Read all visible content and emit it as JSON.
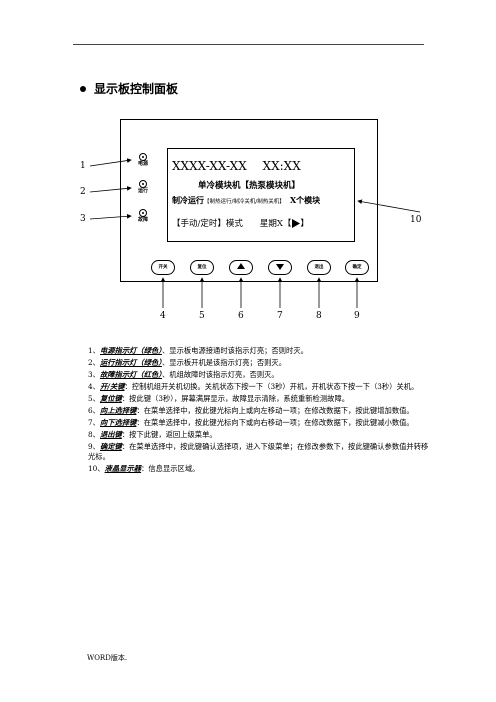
{
  "section_title": "显示板控制面板",
  "screen": {
    "line1": "XXXX-XX-XX　 XX:XX",
    "line2": "单冷模块机【热泵模块机】",
    "line3_main": "制冷运行",
    "line3_small": "【制热运行/制冷关机/制热关机】",
    "line3_tail": "　X个模块",
    "line4": "【手动/定时】模式　　星期X【",
    "line4_end": "】"
  },
  "indicators": [
    {
      "label": "电源",
      "number": "1"
    },
    {
      "label": "运行",
      "number": "2"
    },
    {
      "label": "故障",
      "number": "3"
    }
  ],
  "buttons": [
    {
      "label": "开关",
      "number": "4"
    },
    {
      "label": "复位",
      "number": "5"
    },
    {
      "label": "",
      "number": "6",
      "icon": "up-triangle-icon"
    },
    {
      "label": "",
      "number": "7",
      "icon": "down-triangle-icon"
    },
    {
      "label": "退出",
      "number": "8"
    },
    {
      "label": "确定",
      "number": "9"
    }
  ],
  "screen_callout": "10",
  "items": [
    {
      "num": "1、",
      "term": "电源指示灯（绿色）",
      "text": "、显示板电源接通时该指示灯亮；否则时灭。"
    },
    {
      "num": "2、",
      "term": "运行指示灯（绿色）",
      "text": "、显示板开机是该指示灯亮；否则灭。"
    },
    {
      "num": "3、",
      "term": "故障指示灯（红色）",
      "text": "、机组故障时该指示灯亮，否则灭。"
    },
    {
      "num": "4、",
      "term": "开/关键",
      "text": "：控制机组开关机切换。关机状态下按一下（3秒）开机，开机状态下按一下（3秒）关机。"
    },
    {
      "num": "5、",
      "term": "复位键",
      "text": "：按此键（3秒），屏幕满屏显示，故障显示清除，系统重新检测故障。"
    },
    {
      "num": "6、",
      "term": "向上选择键",
      "text": "：在菜单选择中，按此键光标向上或向左移动一项；在修改数据下，按此键增加数值。"
    },
    {
      "num": "7、",
      "term": "向下选择键",
      "text": "：在菜单选择中，按此键光标向下或向右移动一项；在修改数据下，按此键减小数值。"
    },
    {
      "num": "8、",
      "term": "退出键",
      "text": "：按下此键，返回上级菜单。"
    },
    {
      "num": "9、",
      "term": "确定键",
      "text": "：在菜单选择中，按此键确认选择项，进入下级菜单；在修改参数下，按此键确认参数值并转移光标。"
    },
    {
      "num": "10、",
      "term": "液晶显示器",
      "text": "：信息显示区域。"
    }
  ],
  "footer": "WORD版本."
}
